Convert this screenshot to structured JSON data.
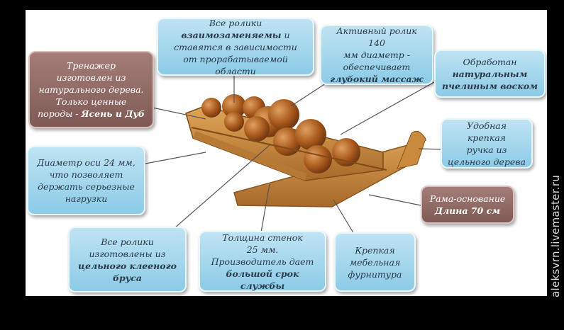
{
  "watermark": "aleksvrn.livemaster.ru",
  "colors": {
    "box_blue": "#9fd4ec",
    "box_brown": "#8d6862",
    "wood": "#c98a3c"
  },
  "callouts": {
    "natural_wood": {
      "l1": "Тренажер",
      "l2": "изготовлен из",
      "l3": "натурального дерева.",
      "l4": "Только ценные",
      "l5a": "породы - ",
      "l5b": "Ясень и Дуб"
    },
    "rollers_interchangeable": {
      "l1": "Все ролики",
      "l2a": "взаимозаменяемы",
      "l2b": " и",
      "l3": "ставятся в зависимости",
      "l4": "от прорабатываемой области"
    },
    "active_roller": {
      "l1": "Активный ролик  140",
      "l2": "мм диаметр -",
      "l3": "обеспечивает",
      "l4": "глубокий массаж"
    },
    "beeswax": {
      "l1": "Обработан",
      "l2": "натуральным",
      "l3": "пчелиным воском"
    },
    "handle": {
      "l1": "Удобная крепкая",
      "l2": "ручка из",
      "l3": "цельного дерева"
    },
    "axis": {
      "l1": "Диаметр оси 24 мм,",
      "l2": "что позволяет",
      "l3": "держать серьезные",
      "l4": "нагрузки"
    },
    "base_frame": {
      "l1": "Рама-основание",
      "l2": "Длина 70 см"
    },
    "glued_beam": {
      "l1": "Все ролики",
      "l2": "изготовлены из",
      "l3": "цельного клееного",
      "l4": "бруса"
    },
    "wall_thickness": {
      "l1": "Толщина стенок",
      "l2": "25 мм.",
      "l3": "Производитель дает",
      "l4": "большой срок службы"
    },
    "hardware": {
      "l1": "Крепкая",
      "l2": "мебельная",
      "l3": "фурнитура"
    }
  }
}
